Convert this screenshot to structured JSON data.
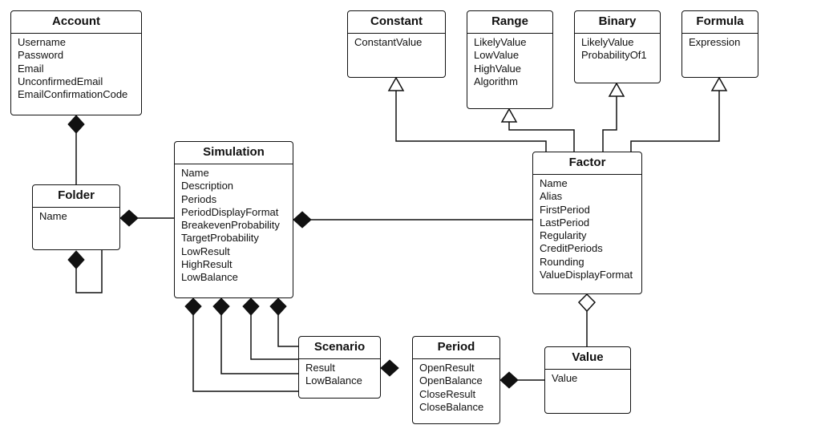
{
  "classes": {
    "account": {
      "name": "Account",
      "attributes": [
        "Username",
        "Password",
        "Email",
        "UnconfirmedEmail",
        "EmailConfirmationCode"
      ]
    },
    "folder": {
      "name": "Folder",
      "attributes": [
        "Name"
      ]
    },
    "simulation": {
      "name": "Simulation",
      "attributes": [
        "Name",
        "Description",
        "Periods",
        "PeriodDisplayFormat",
        "BreakevenProbability",
        "TargetProbability",
        "LowResult",
        "HighResult",
        "LowBalance"
      ]
    },
    "constant": {
      "name": "Constant",
      "attributes": [
        "ConstantValue"
      ]
    },
    "range": {
      "name": "Range",
      "attributes": [
        "LikelyValue",
        "LowValue",
        "HighValue",
        "Algorithm"
      ]
    },
    "binary": {
      "name": "Binary",
      "attributes": [
        "LikelyValue",
        "ProbabilityOf1"
      ]
    },
    "formula": {
      "name": "Formula",
      "attributes": [
        "Expression"
      ]
    },
    "factor": {
      "name": "Factor",
      "attributes": [
        "Name",
        "Alias",
        "FirstPeriod",
        "LastPeriod",
        "Regularity",
        "CreditPeriods",
        "Rounding",
        "ValueDisplayFormat"
      ]
    },
    "scenario": {
      "name": "Scenario",
      "attributes": [
        "Result",
        "LowBalance"
      ]
    },
    "period": {
      "name": "Period",
      "attributes": [
        "OpenResult",
        "OpenBalance",
        "CloseResult",
        "CloseBalance"
      ]
    },
    "value": {
      "name": "Value",
      "attributes": [
        "Value"
      ]
    }
  },
  "relationships": [
    {
      "from": "account",
      "to": "folder",
      "type": "composition"
    },
    {
      "from": "folder",
      "to": "folder",
      "type": "composition"
    },
    {
      "from": "folder",
      "to": "simulation",
      "type": "composition"
    },
    {
      "from": "simulation",
      "to": "factor",
      "type": "composition"
    },
    {
      "from": "simulation",
      "to": "scenario",
      "type": "composition",
      "count": 4
    },
    {
      "from": "scenario",
      "to": "period",
      "type": "composition"
    },
    {
      "from": "period",
      "to": "value",
      "type": "composition"
    },
    {
      "from": "factor",
      "to": "value",
      "type": "aggregation"
    },
    {
      "from": "factor",
      "to": "constant",
      "type": "generalization"
    },
    {
      "from": "factor",
      "to": "range",
      "type": "generalization"
    },
    {
      "from": "factor",
      "to": "binary",
      "type": "generalization"
    },
    {
      "from": "factor",
      "to": "formula",
      "type": "generalization"
    }
  ]
}
